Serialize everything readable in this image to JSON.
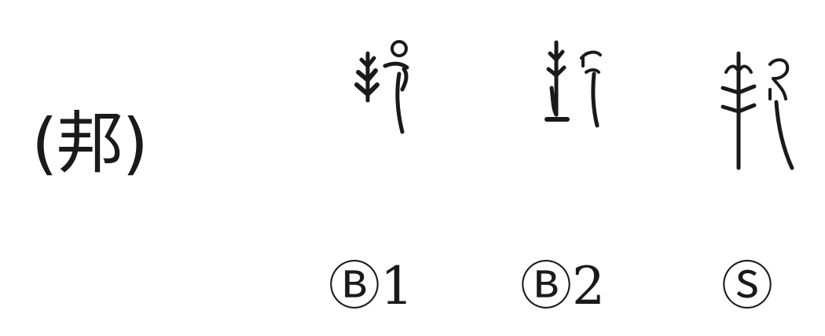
{
  "headword": "(邦)",
  "forms": [
    {
      "label": "Ⓑ1",
      "glyph_icon": "seal-script-bang-variant-b1-icon"
    },
    {
      "label": "Ⓑ2",
      "glyph_icon": "seal-script-bang-variant-b2-icon"
    },
    {
      "label": "Ⓢ",
      "glyph_icon": "seal-script-bang-variant-s-icon"
    }
  ],
  "colors": {
    "ink": "#1a1a1a",
    "background": "#ffffff"
  }
}
